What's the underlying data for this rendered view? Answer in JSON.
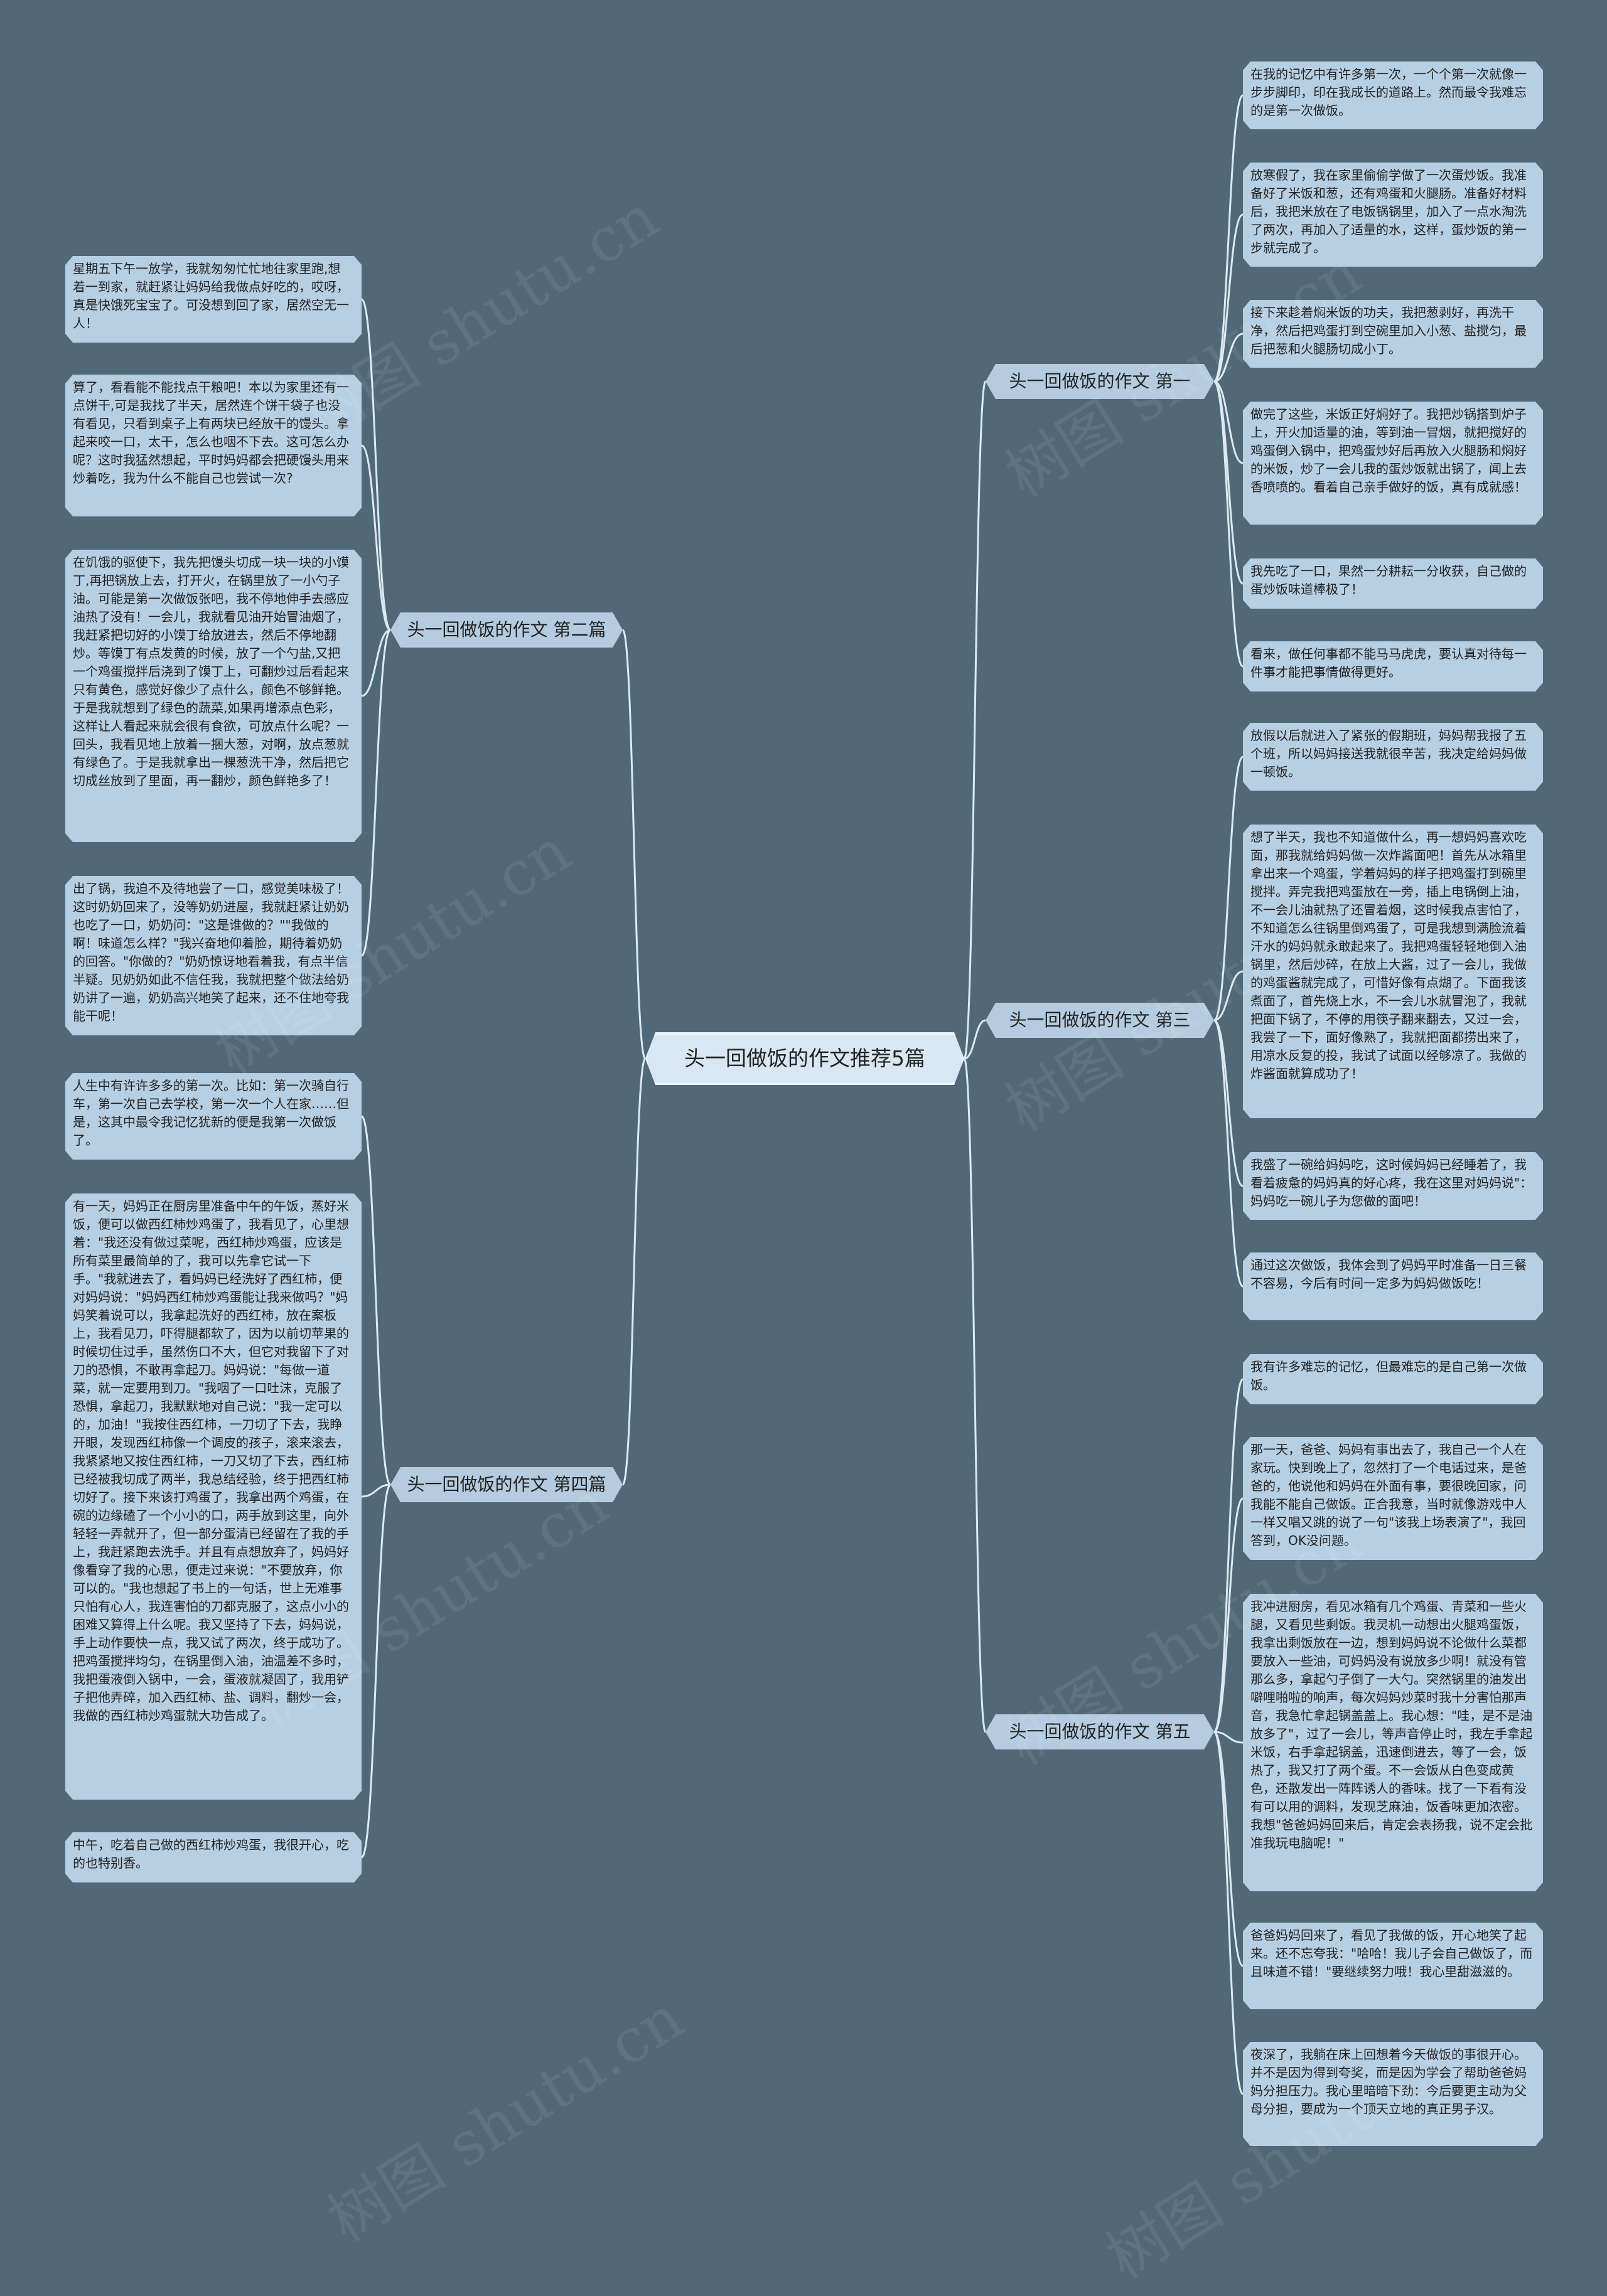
{
  "root": {
    "title": "头一回做饭的作文推荐5篇"
  },
  "branches": [
    {
      "title": "头一回做饭的作文 第一篇",
      "side": "right",
      "leaves": [
        "在我的记忆中有许多第一次，一个个第一次就像一步步脚印，印在我成长的道路上。然而最令我难忘的是第一次做饭。",
        "放寒假了，我在家里偷偷学做了一次蛋炒饭。我准备好了米饭和葱，还有鸡蛋和火腿肠。准备好材料后，我把米放在了电饭锅锅里，加入了一点水淘洗了两次，再加入了适量的水，这样，蛋炒饭的第一步就完成了。",
        "接下来趁着焖米饭的功夫，我把葱剥好，再洗干净，然后把鸡蛋打到空碗里加入小葱、盐搅匀，最后把葱和火腿肠切成小丁。",
        "做完了这些，米饭正好焖好了。我把炒锅搭到炉子上，开火加适量的油，等到油一冒烟，就把搅好的鸡蛋倒入锅中，把鸡蛋炒好后再放入火腿肠和焖好的米饭，炒了一会儿我的蛋炒饭就出锅了，闻上去香喷喷的。看着自己亲手做好的饭，真有成就感！",
        "我先吃了一口，果然一分耕耘一分收获，自己做的蛋炒饭味道棒极了！",
        "看来，做任何事都不能马马虎虎，要认真对待每一件事才能把事情做得更好。"
      ]
    },
    {
      "title": "头一回做饭的作文 第二篇",
      "side": "left",
      "leaves": [
        "星期五下午一放学，我就匆匆忙忙地往家里跑,想着一到家，就赶紧让妈妈给我做点好吃的，哎呀，真是快饿死宝宝了。可没想到回了家，居然空无一人！",
        "算了，看看能不能找点干粮吧！本以为家里还有一点饼干,可是我找了半天，居然连个饼干袋子也没有看见，只看到桌子上有两块已经放干的馒头。拿起来咬一口，太干，怎么也咽不下去。这可怎么办呢？这时我猛然想起，平时妈妈都会把硬馒头用来炒着吃，我为什么不能自己也尝试一次?",
        "在饥饿的驱使下，我先把馒头切成一块一块的小馍丁,再把锅放上去，打开火，在锅里放了一小勺子油。可能是第一次做饭张吧，我不停地伸手去感应油热了没有！一会儿，我就看见油开始冒油烟了，我赶紧把切好的小馍丁给放进去，然后不停地翻炒。等馍丁有点发黄的时候，放了一个勺盐,又把一个鸡蛋搅拌后浇到了馍丁上，可翻炒过后看起来只有黄色，感觉好像少了点什么，颜色不够鲜艳。于是我就想到了绿色的蔬菜,如果再增添点色彩，这样让人看起来就会很有食欲，可放点什么呢？一回头，我看见地上放着一捆大葱，对啊，放点葱就有绿色了。于是我就拿出一棵葱洗干净，然后把它切成丝放到了里面，再一翻炒，颜色鲜艳多了！",
        "出了锅，我迫不及待地尝了一口，感觉美味极了！这时奶奶回来了，没等奶奶进屋，我就赶紧让奶奶也吃了一口，奶奶问：\"这是谁做的？\"\"我做的啊！味道怎么样？\"我兴奋地仰着脸，期待着奶奶的回答。\"你做的？\"奶奶惊讶地看着我，有点半信半疑。见奶奶如此不信任我，我就把整个做法给奶奶讲了一遍，奶奶高兴地笑了起来，还不住地夸我能干呢！"
      ]
    },
    {
      "title": "头一回做饭的作文 第三篇",
      "side": "right",
      "leaves": [
        "放假以后就进入了紧张的假期班，妈妈帮我报了五个班，所以妈妈接送我就很辛苦，我决定给妈妈做一顿饭。",
        "想了半天，我也不知道做什么，再一想妈妈喜欢吃面，那我就给妈妈做一次炸酱面吧！首先从冰箱里拿出来一个鸡蛋，学着妈妈的样子把鸡蛋打到碗里搅拌。弄完我把鸡蛋放在一旁，插上电锅倒上油，不一会儿油就热了还冒着烟，这时候我点害怕了，不知道怎么往锅里倒鸡蛋了，可是我想到满脸流着汗水的妈妈就永敢起来了。我把鸡蛋轻轻地倒入油锅里，然后炒碎，在放上大酱，过了一会儿，我做的鸡蛋酱就完成了，可惜好像有点煳了。下面我该煮面了，首先烧上水，不一会儿水就冒泡了，我就把面下锅了，不停的用筷子翻来翻去，又过一会，我尝了一下，面好像熟了，我就把面都捞出来了，用凉水反复的投，我试了试面以经够凉了。我做的炸酱面就算成功了！",
        "我盛了一碗给妈妈吃，这时候妈妈已经睡着了，我看着疲惫的妈妈真的好心疼，我在这里对妈妈说\"：妈妈吃一碗儿子为您做的面吧！",
        "通过这次做饭，我体会到了妈妈平时准备一日三餐不容易，今后有时间一定多为妈妈做饭吃！"
      ]
    },
    {
      "title": "头一回做饭的作文 第四篇",
      "side": "left",
      "leaves": [
        "人生中有许许多多的第一次。比如：第一次骑自行车，第一次自己去学校，第一次一个人在家……但是，这其中最令我记忆犹新的便是我第一次做饭了。",
        "有一天，妈妈正在厨房里准备中午的午饭，蒸好米饭，便可以做西红柿炒鸡蛋了，我看见了，心里想着：\"我还没有做过菜呢，西红柿炒鸡蛋，应该是所有菜里最简单的了，我可以先拿它试一下手。\"我就进去了，看妈妈已经洗好了西红柿，便对妈妈说：\"妈妈西红柿炒鸡蛋能让我来做吗？\"妈妈笑着说可以，我拿起洗好的西红柿，放在案板上，我看见刀，吓得腿都软了，因为以前切苹果的时候切住过手，虽然伤口不大，但它对我留下了对刀的恐惧，不敢再拿起刀。妈妈说：\"每做一道菜，就一定要用到刀。\"我咽了一口吐沫，克服了恐惧，拿起刀，我默默地对自己说：\"我一定可以的，加油！\"我按住西红柿，一刀切了下去，我睁开眼，发现西红柿像一个调皮的孩子，滚来滚去，我紧紧地又按住西红柿，一刀又切了下去，西红柿已经被我切成了两半，我总结经验，终于把西红柿切好了。接下来该打鸡蛋了，我拿出两个鸡蛋，在碗的边缘磕了一个小小的口，两手放到这里，向外轻轻一弄就开了，但一部分蛋清已经留在了我的手上，我赶紧跑去洗手。并且有点想放弃了，妈妈好像看穿了我的心思，便走过来说：\"不要放弃，你可以的。\"我也想起了书上的一句话，世上无难事只怕有心人，我连害怕的刀都克服了，这点小小的困难又算得上什么呢。我又坚持了下去，妈妈说，手上动作要快一点，我又试了两次，终于成功了。把鸡蛋搅拌均匀，在锅里倒入油，油温差不多时，我把蛋液倒入锅中，一会，蛋液就凝固了，我用铲子把他弄碎，加入西红柿、盐、调料，翻炒一会，我做的西红柿炒鸡蛋就大功告成了。",
        "中午，吃着自己做的西红柿炒鸡蛋，我很开心，吃的也特别香。"
      ]
    },
    {
      "title": "头一回做饭的作文 第五篇",
      "side": "right",
      "leaves": [
        "我有许多难忘的记忆，但最难忘的是自己第一次做饭。",
        "那一天，爸爸、妈妈有事出去了，我自己一个人在家玩。快到晚上了，忽然打了一个电话过来，是爸爸的，他说他和妈妈在外面有事，要很晚回家，问我能不能自己做饭。正合我意，当时就像游戏中人一样又唱又跳的说了一句\"该我上场表演了\"，我回答到，OK没问题。",
        "我冲进厨房，看见冰箱有几个鸡蛋、青菜和一些火腿，又看见些剩饭。我灵机一动想出火腿鸡蛋饭，我拿出剩饭放在一边，想到妈妈说不论做什么菜都要放入一些油，可妈妈没有说放多少啊！就没有管那么多，拿起勺子倒了一大勺。突然锅里的油发出噼哩啪啦的响声，每次妈妈炒菜时我十分害怕那声音，我急忙拿起锅盖盖上。我心想：\"哇，是不是油放多了\"，过了一会儿，等声音停止时，我左手拿起米饭，右手拿起锅盖，迅速倒进去，等了一会，饭热了，我又打了两个蛋。不一会饭从白色变成黄色，还散发出一阵阵诱人的香味。找了一下看有没有可以用的调料，发现芝麻油，饭香味更加浓密。我想\"爸爸妈妈回来后，肯定会表扬我，说不定会批准我玩电脑呢！\"",
        "爸爸妈妈回来了，看见了我做的饭，开心地笑了起来。还不忘夸我：\"哈哈！我儿子会自己做饭了，而且味道不错！\"要继续努力哦！我心里甜滋滋的。",
        "夜深了，我躺在床上回想着今天做饭的事很开心。并不是因为得到夸奖，而是因为学会了帮助爸爸妈妈分担压力。我心里暗暗下劲：今后要更主动为父母分担，要成为一个顶天立地的真正男子汉。"
      ]
    }
  ],
  "watermark": "树图 shutu.cn",
  "colors": {
    "background": "#516877",
    "node": "#b7cfe3",
    "root": "#d8e7f3",
    "line": "#dce9f3"
  }
}
